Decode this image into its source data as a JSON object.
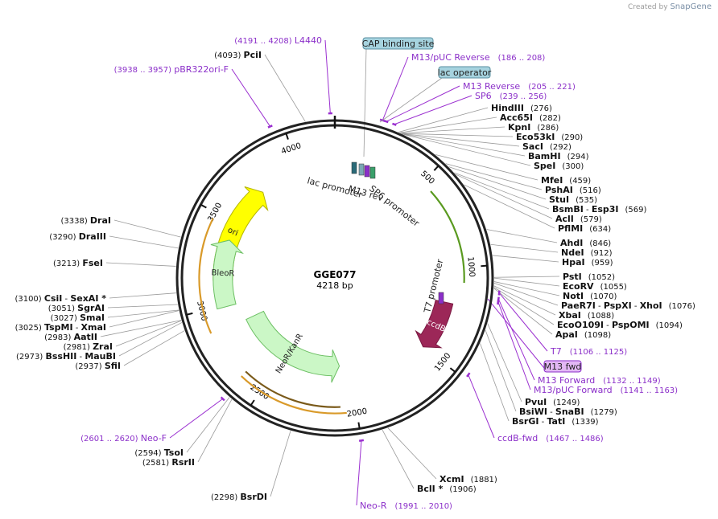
{
  "credit": {
    "prefix": "Created by",
    "brand": "SnapGene"
  },
  "plasmid": {
    "name": "GGE077",
    "size_label": "4218 bp",
    "length": 4218
  },
  "ticks": [
    "500",
    "1000",
    "1500",
    "2000",
    "2500",
    "3000",
    "3500",
    "4000"
  ],
  "features": [
    {
      "id": "ori",
      "label": "ori",
      "start": 3150,
      "end": 3750,
      "dir": "cw",
      "color": "#ffff00",
      "stroke": "#b5b500",
      "ring": 0.71
    },
    {
      "id": "neor",
      "label": "NeoR/KanR",
      "start": 2075,
      "end": 2870,
      "dir": "ccw",
      "color": "#cbf7c6",
      "stroke": "#6cbf63",
      "ring": 0.56
    },
    {
      "id": "bleor",
      "label": "BleoR",
      "start": 2990,
      "end": 3395,
      "dir": "cw",
      "color": "#cbf7c6",
      "stroke": "#6cbf63",
      "ring": 0.71
    },
    {
      "id": "ccdb",
      "label": "ccdB",
      "start": 1200,
      "end": 1500,
      "dir": "cw",
      "color": "#9c2758",
      "stroke": "#7a1a42",
      "ring": 0.71
    }
  ],
  "thin_features": [
    {
      "id": "t7-promoter-arc",
      "start": 560,
      "end": 1080,
      "color": "#5a9a20",
      "ring": 0.82
    },
    {
      "id": "sp6-neo-arc",
      "start": 2080,
      "end": 2620,
      "color": "#7a5a1a",
      "ring": 0.82
    },
    {
      "id": "orange-left",
      "start": 2880,
      "end": 3470,
      "color": "#d99a2a",
      "ring": 0.86
    },
    {
      "id": "orange-bottom",
      "start": 2050,
      "end": 2620,
      "color": "#d99a2a",
      "ring": 0.86
    }
  ],
  "promoter_labels": [
    {
      "id": "lac-promoter",
      "text": "lac promoter"
    },
    {
      "id": "sp6-promoter",
      "text": "SP6 promoter"
    },
    {
      "id": "m13-rev",
      "text": "M13 rev"
    },
    {
      "id": "t7-promoter",
      "text": "T7 promoter"
    }
  ],
  "sites_right": [
    {
      "name": "HindIII",
      "pos": "(276)"
    },
    {
      "name": "Acc65I",
      "pos": "(282)"
    },
    {
      "name": "KpnI",
      "pos": "(286)"
    },
    {
      "name": "Eco53kI",
      "pos": "(290)"
    },
    {
      "name": "SacI",
      "pos": "(292)"
    },
    {
      "name": "BamHI",
      "pos": "(294)"
    },
    {
      "name": "SpeI",
      "pos": "(300)"
    },
    {
      "name": "MfeI",
      "pos": "(459)"
    },
    {
      "name": "PshAI",
      "pos": "(516)"
    },
    {
      "name": "StuI",
      "pos": "(535)"
    },
    {
      "name": "BsmBI - Esp3I",
      "pos": "(569)"
    },
    {
      "name": "AclI",
      "pos": "(579)"
    },
    {
      "name": "PflMI",
      "pos": "(634)"
    },
    {
      "name": "AhdI",
      "pos": "(846)"
    },
    {
      "name": "NdeI",
      "pos": "(912)"
    },
    {
      "name": "HpaI",
      "pos": "(959)"
    },
    {
      "name": "PstI",
      "pos": "(1052)"
    },
    {
      "name": "EcoRV",
      "pos": "(1055)"
    },
    {
      "name": "NotI",
      "pos": "(1070)"
    },
    {
      "name": "PaeR7I - PspXI - XhoI",
      "pos": "(1076)"
    },
    {
      "name": "XbaI",
      "pos": "(1088)"
    },
    {
      "name": "EcoO109I - PspOMI",
      "pos": "(1094)"
    },
    {
      "name": "ApaI",
      "pos": "(1098)"
    },
    {
      "name": "PvuI",
      "pos": "(1249)"
    },
    {
      "name": "BsiWI - SnaBI",
      "pos": "(1279)"
    },
    {
      "name": "BsrGI - TatI",
      "pos": "(1339)"
    },
    {
      "name": "XcmI",
      "pos": "(1881)"
    },
    {
      "name": "BclI *",
      "pos": "(1906)"
    }
  ],
  "sites_left": [
    {
      "name": "PciI",
      "pos": "(4093)"
    },
    {
      "name": "DraI",
      "pos": "(3338)"
    },
    {
      "name": "DraIII",
      "pos": "(3290)"
    },
    {
      "name": "FseI",
      "pos": "(3213)"
    },
    {
      "name": "CsiI - SexAI *",
      "pos": "(3100)"
    },
    {
      "name": "SgrAI",
      "pos": "(3051)"
    },
    {
      "name": "SmaI",
      "pos": "(3027)"
    },
    {
      "name": "TspMI - XmaI",
      "pos": "(3025)"
    },
    {
      "name": "AatII",
      "pos": "(2983)"
    },
    {
      "name": "ZraI",
      "pos": "(2981)"
    },
    {
      "name": "BssHII - MauBI",
      "pos": "(2973)"
    },
    {
      "name": "SfiI",
      "pos": "(2937)"
    },
    {
      "name": "TsoI",
      "pos": "(2594)"
    },
    {
      "name": "RsrII",
      "pos": "(2581)"
    },
    {
      "name": "BsrDI",
      "pos": "(2298)"
    }
  ],
  "primers": [
    {
      "name": "L4440",
      "pos": "(4191 .. 4208)"
    },
    {
      "name": "pBR322ori-F",
      "pos": "(3938 .. 3957)"
    },
    {
      "name": "M13/pUC Reverse",
      "pos": "(186 .. 208)"
    },
    {
      "name": "M13 Reverse",
      "pos": "(205 .. 221)"
    },
    {
      "name": "SP6",
      "pos": "(239 .. 256)"
    },
    {
      "name": "T7",
      "pos": "(1106 .. 1125)"
    },
    {
      "name": "M13 Forward",
      "pos": "(1132 .. 1149)"
    },
    {
      "name": "M13/pUC Forward",
      "pos": "(1141 .. 1163)"
    },
    {
      "name": "ccdB-fwd",
      "pos": "(1467 .. 1486)"
    },
    {
      "name": "Neo-F",
      "pos": "(2601 .. 2620)"
    },
    {
      "name": "Neo-R",
      "pos": "(1991 .. 2010)"
    }
  ],
  "boxed_labels": [
    {
      "id": "cap-binding-site",
      "text": "CAP binding site",
      "color": "#a6d3df",
      "border": "#5a8fa0"
    },
    {
      "id": "lac-operator",
      "text": "lac operator",
      "color": "#a6d3df",
      "border": "#5a8fa0"
    },
    {
      "id": "m13-fwd",
      "text": "M13 fwd",
      "color": "#e3b8f5",
      "border": "#8b2fc9"
    }
  ]
}
